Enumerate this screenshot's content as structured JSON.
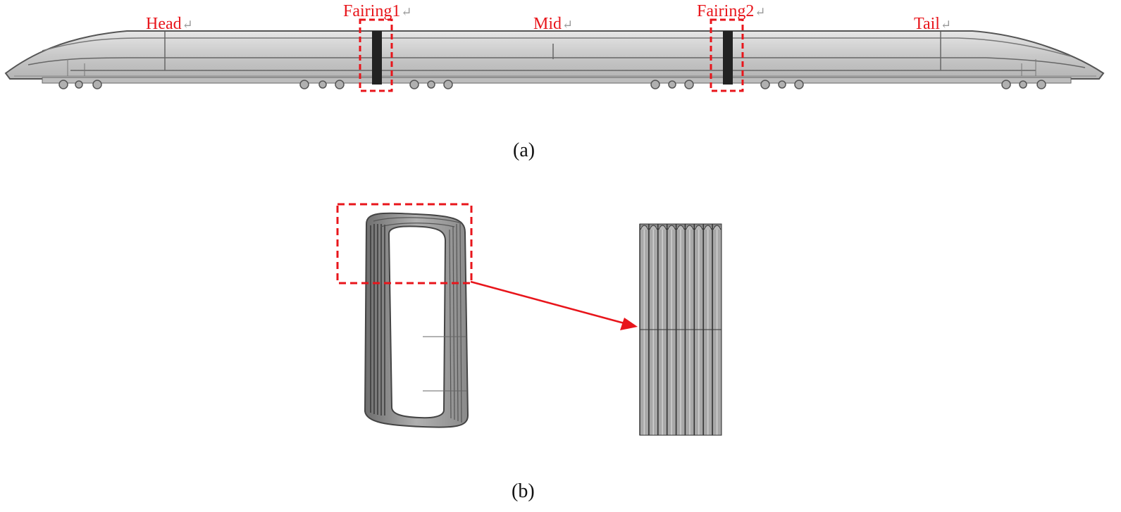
{
  "figure": {
    "panel_a": {
      "caption": "(a)",
      "labels": [
        {
          "key": "head",
          "text": "Head"
        },
        {
          "key": "fairing1",
          "text": "Fairing1"
        },
        {
          "key": "mid",
          "text": "Mid"
        },
        {
          "key": "fairing2",
          "text": "Fairing2"
        },
        {
          "key": "tail",
          "text": "Tail"
        }
      ],
      "return_mark": "↵"
    },
    "panel_b": {
      "caption": "(b)"
    },
    "colors": {
      "annotation_red": "#e8151b",
      "train_body": "#c8c8c8",
      "train_outline": "#555555",
      "fairing_dark": "#222222",
      "ring_gray": "#9a9a9a"
    }
  }
}
